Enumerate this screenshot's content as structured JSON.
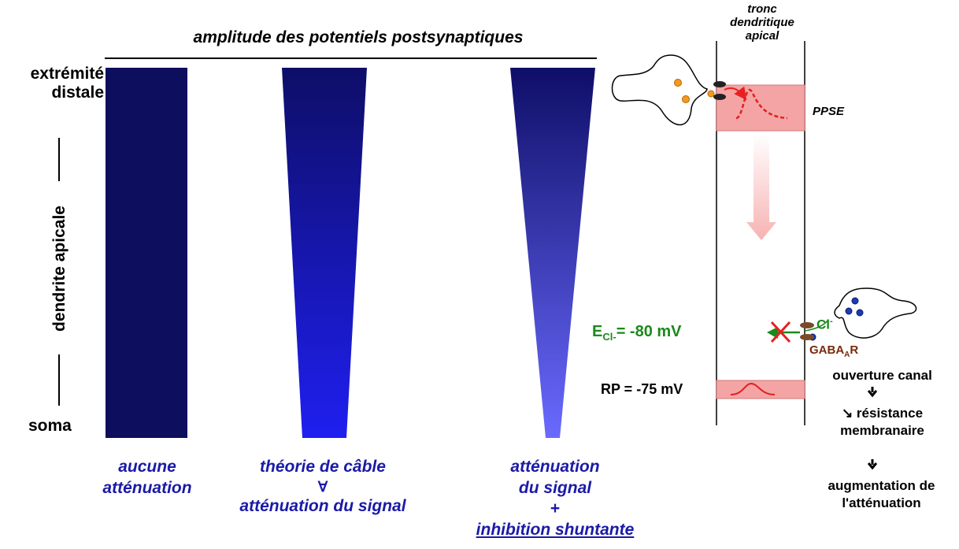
{
  "header": {
    "title": "amplitude des potentiels postsynaptiques"
  },
  "axis": {
    "top_line1": "extrémité",
    "top_line2": "distale",
    "middle": "dendrite apicale",
    "bottom": "soma"
  },
  "captions": {
    "c1_line1": "aucune",
    "c1_line2": "atténuation",
    "c2_line1": "théorie de câble",
    "c2_symbol": "∀",
    "c2_line3": "atténuation du signal",
    "c3_line1": "atténuation",
    "c3_line2": "du signal",
    "c3_plus": "+",
    "c3_line4": "inhibition shuntante"
  },
  "trunk": {
    "title_line1": "tronc",
    "title_line2": "dendritique",
    "title_line3": "apical",
    "ppse": "PPSE",
    "e_cl_prefix": "E",
    "e_cl_sub": "Cl-",
    "e_cl_value": "= -80 mV",
    "cl_label": "Cl",
    "cl_sup": "-",
    "gaba_prefix": "GABA",
    "gaba_sub": "A",
    "gaba_suffix": "R",
    "rp": "RP = -75 mV"
  },
  "chain": {
    "step1": "ouverture canal",
    "step2_symbol": "↘",
    "step2_line1": "résistance",
    "step2_line2": "membranaire",
    "step3_line1": "augmentation de",
    "step3_line2": "l'atténuation"
  },
  "colors": {
    "navy": "#0e0e5e",
    "bright_blue": "#2020e6",
    "caption_blue": "#1a1aa8",
    "pink": "#f4a4a4",
    "red": "#e82020",
    "green": "#1a8a1a",
    "brown": "#7a2a0a"
  }
}
